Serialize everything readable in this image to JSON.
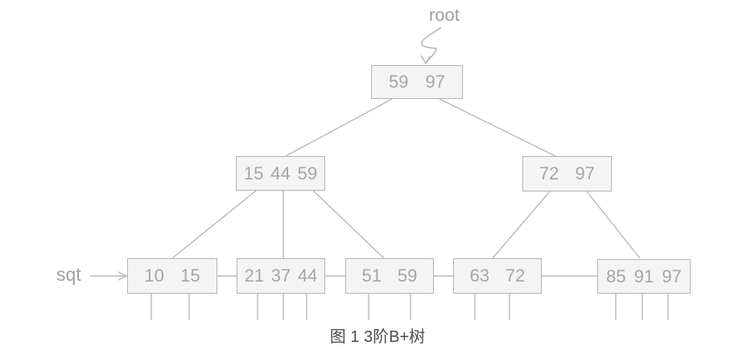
{
  "caption": "图 1 3阶B+树",
  "root_label": "root",
  "sqt_label": "sqt",
  "colors": {
    "box_fill": "#f4f4f4",
    "box_border": "#b3b3b3",
    "node_text": "#a6a6a6",
    "line": "#b8b8b8",
    "label_text": "#9e9e9e",
    "caption_text": "#4d4d4d"
  },
  "nodes": {
    "root": {
      "keys": [
        "59",
        "97"
      ]
    },
    "internal_left": {
      "keys": [
        "15",
        "44",
        "59"
      ]
    },
    "internal_right": {
      "keys": [
        "72",
        "97"
      ]
    },
    "leaf_1": {
      "keys": [
        "10",
        "15"
      ]
    },
    "leaf_2": {
      "keys": [
        "21",
        "37",
        "44"
      ]
    },
    "leaf_3": {
      "keys": [
        "51",
        "59"
      ]
    },
    "leaf_4": {
      "keys": [
        "63",
        "72"
      ]
    },
    "leaf_5": {
      "keys": [
        "85",
        "91",
        "97"
      ]
    }
  }
}
